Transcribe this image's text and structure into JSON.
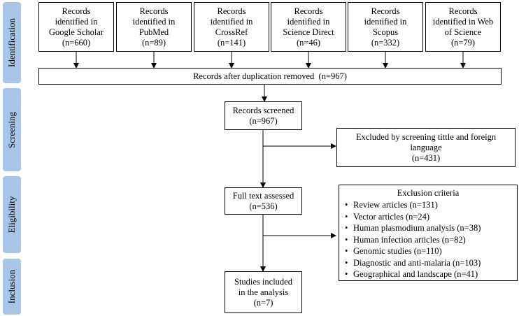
{
  "phases": {
    "identification": "Identification",
    "screening": "Screening",
    "eligibility": "Eligibility",
    "inclusion": "Inclusion"
  },
  "sources": [
    {
      "line1": "Records",
      "line2": "identified in",
      "line3": "Google Scholar",
      "count": "(n=660)"
    },
    {
      "line1": "Records",
      "line2": "identified in",
      "line3": "PubMed",
      "count": "(n=89)"
    },
    {
      "line1": "Records",
      "line2": "identified in",
      "line3": "CrossRef",
      "count": "(n=141)"
    },
    {
      "line1": "Records",
      "line2": "identified in",
      "line3": "Science Direct",
      "count": "(n=46)"
    },
    {
      "line1": "Records",
      "line2": "identified in",
      "line3": "Scopus",
      "count": "(n=332)"
    },
    {
      "line1": "Records",
      "line2": "identified in Web",
      "line3": "of Science",
      "count": "(n=79)"
    }
  ],
  "dedup": "Records after duplication removed  (n=967)",
  "screened": {
    "line1": "Records screened",
    "line2": "(n=967)"
  },
  "excluded_screening": {
    "line1": "Excluded by screening tittle and foreign",
    "line2": "language",
    "line3": "(n=431)"
  },
  "fulltext": {
    "line1": "Full text assessed",
    "line2": "(n=536)"
  },
  "exclusion_criteria": {
    "title": "Exclusion criteria",
    "items": [
      "Review articles (n=131)",
      "Vector articles (n=24)",
      "Human plasmodium analysis (n=38)",
      "Human infection articles (n=82)",
      "Genomic studies (n=110)",
      "Diagnostic and anti-malaria (n=103)",
      "Geographical and landscape (n=41)"
    ]
  },
  "included": {
    "line1": "Studies included",
    "line2": "in the analysis",
    "line3": "(n=7)"
  },
  "colors": {
    "phase_bar": "#a8c5e8",
    "lines": "#000000"
  }
}
